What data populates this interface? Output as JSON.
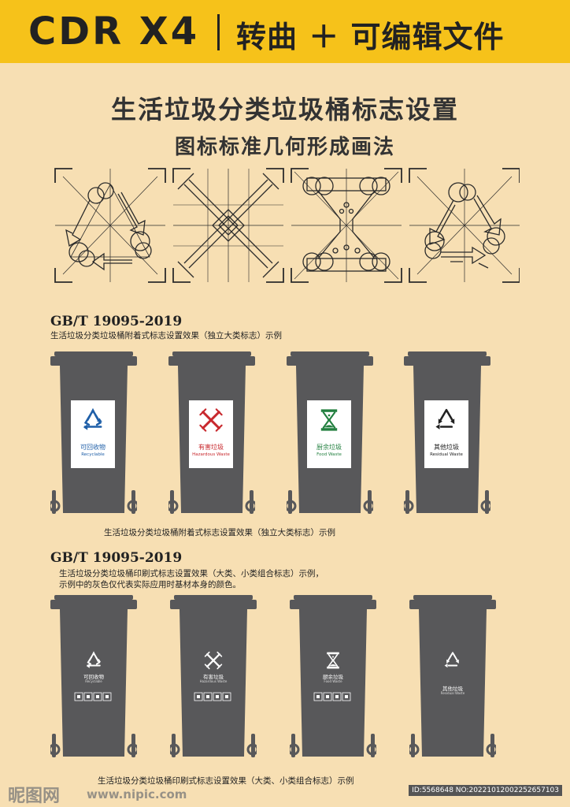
{
  "banner": {
    "left_text": "CDR X4",
    "right_text": "转曲 ＋ 可编辑文件"
  },
  "title": {
    "main": "生活垃圾分类垃圾桶标志设置",
    "sub": "图标标准几何形成画法"
  },
  "section1": {
    "standard": "GB/T 19095-2019",
    "desc_top": "生活垃圾分类垃圾桶附着式标志设置效果（独立大类标志）示例",
    "desc_bottom": "生活垃圾分类垃圾桶附着式标志设置效果（独立大类标志）示例",
    "bins": [
      {
        "cn": "可回收物",
        "en": "Recyclable",
        "color": "#1f5fa8",
        "icon": "recycle-icon"
      },
      {
        "cn": "有害垃圾",
        "en": "Hazardous Waste",
        "color": "#c8282d",
        "icon": "hazard-icon"
      },
      {
        "cn": "厨余垃圾",
        "en": "Food Waste",
        "color": "#238040",
        "icon": "food-waste-icon"
      },
      {
        "cn": "其他垃圾",
        "en": "Residual Waste",
        "color": "#222222",
        "icon": "residual-icon"
      }
    ]
  },
  "section2": {
    "standard": "GB/T 19095-2019",
    "desc_line1": "生活垃圾分类垃圾桶印刷式标志设置效果（大类、小类组合标志）示例，",
    "desc_line2": "示例中的灰色仅代表实际应用时基材本身的颜色。",
    "desc_bottom": "生活垃圾分类垃圾桶印刷式标志设置效果（大类、小类组合标志）示例",
    "bins": [
      {
        "cn": "可回收物",
        "en": "Recyclable",
        "icon": "recycle-icon"
      },
      {
        "cn": "有害垃圾",
        "en": "Hazardous Waste",
        "icon": "hazard-icon"
      },
      {
        "cn": "厨余垃圾",
        "en": "Food Waste",
        "icon": "food-waste-icon"
      },
      {
        "cn": "其他垃圾",
        "en": "Residual Waste",
        "icon": "residual-icon"
      }
    ]
  },
  "colors": {
    "background": "#f7dfb3",
    "banner": "#f6c21a",
    "bin": "#58585a"
  },
  "watermark": {
    "site": "昵图网",
    "url": "www.nipic.com",
    "id": "ID:5568648 NO:20221012002252657103"
  }
}
